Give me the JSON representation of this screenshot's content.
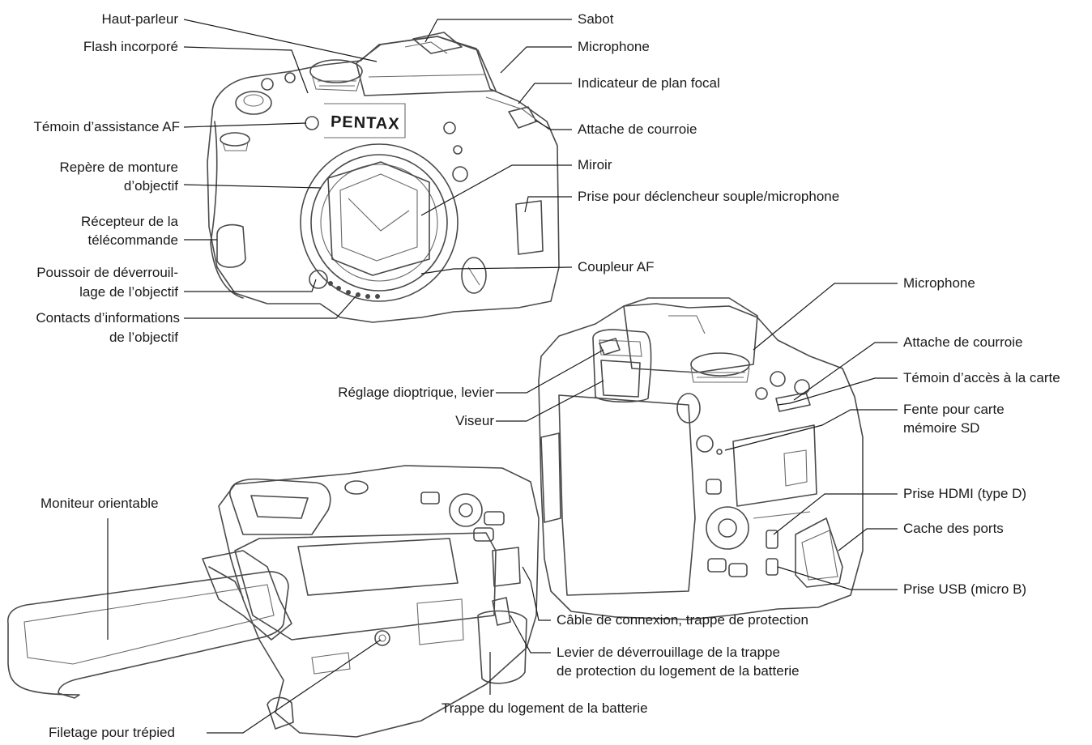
{
  "front": {
    "brand": "PENTAX",
    "labels": {
      "haut_parleur": "Haut-parleur",
      "flash": "Flash incorporé",
      "temoin_af": "Témoin d’assistance AF",
      "repere_1": "Repère de monture",
      "repere_2": "d’objectif",
      "recepteur_1": "Récepteur de la",
      "recepteur_2": "télécommande",
      "poussoir_1": "Poussoir de déverrouil-",
      "poussoir_2": "lage de l’objectif",
      "contacts_1": "Contacts d’informations",
      "contacts_2": "de l’objectif",
      "sabot": "Sabot",
      "microphone": "Microphone",
      "plan_focal": "Indicateur de plan focal",
      "attache": "Attache de courroie",
      "miroir": "Miroir",
      "prise_declencheur": "Prise pour déclencheur souple/microphone",
      "coupleur": "Coupleur AF"
    }
  },
  "back": {
    "labels": {
      "microphone": "Microphone",
      "attache": "Attache de courroie",
      "temoin_carte": "Témoin d’accès à la carte",
      "fente_1": "Fente pour carte",
      "fente_2": "mémoire SD",
      "dioptrique": "Réglage dioptrique, levier",
      "viseur": "Viseur",
      "hdmi": "Prise HDMI (type D)",
      "cache": "Cache des ports",
      "usb": "Prise USB (micro B)"
    }
  },
  "bottom": {
    "labels": {
      "moniteur": "Moniteur orientable",
      "cable": "Câble de connexion, trappe de protection",
      "levier_1": "Levier de déverrouillage de la trappe",
      "levier_2": "de protection du logement de la batterie",
      "trappe": "Trappe du logement de la batterie",
      "filetage": "Filetage pour trépied"
    }
  },
  "icons": {
    "front_camera": "camera-front-illustration",
    "back_camera": "camera-back-illustration",
    "bottom_camera": "camera-bottom-tilt-monitor-illustration"
  }
}
